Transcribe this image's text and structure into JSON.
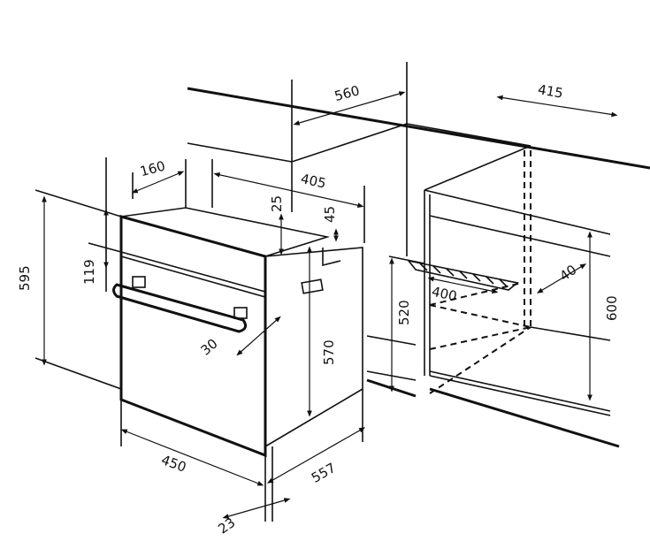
{
  "diagram": {
    "ink_color": "#111111",
    "dimensions": {
      "niche_width": "560",
      "niche_depth": "415",
      "vent_depth": "160",
      "top_depth": "405",
      "top_gap": "25",
      "side_step": "45",
      "front_height": "595",
      "panel_height": "119",
      "handle_offset": "30",
      "body_height": "570",
      "cutout_height": "520",
      "rear_gap": "400",
      "vent_height": "40",
      "niche_height": "600",
      "front_width": "450",
      "body_depth": "557",
      "front_thickness": "23"
    }
  }
}
